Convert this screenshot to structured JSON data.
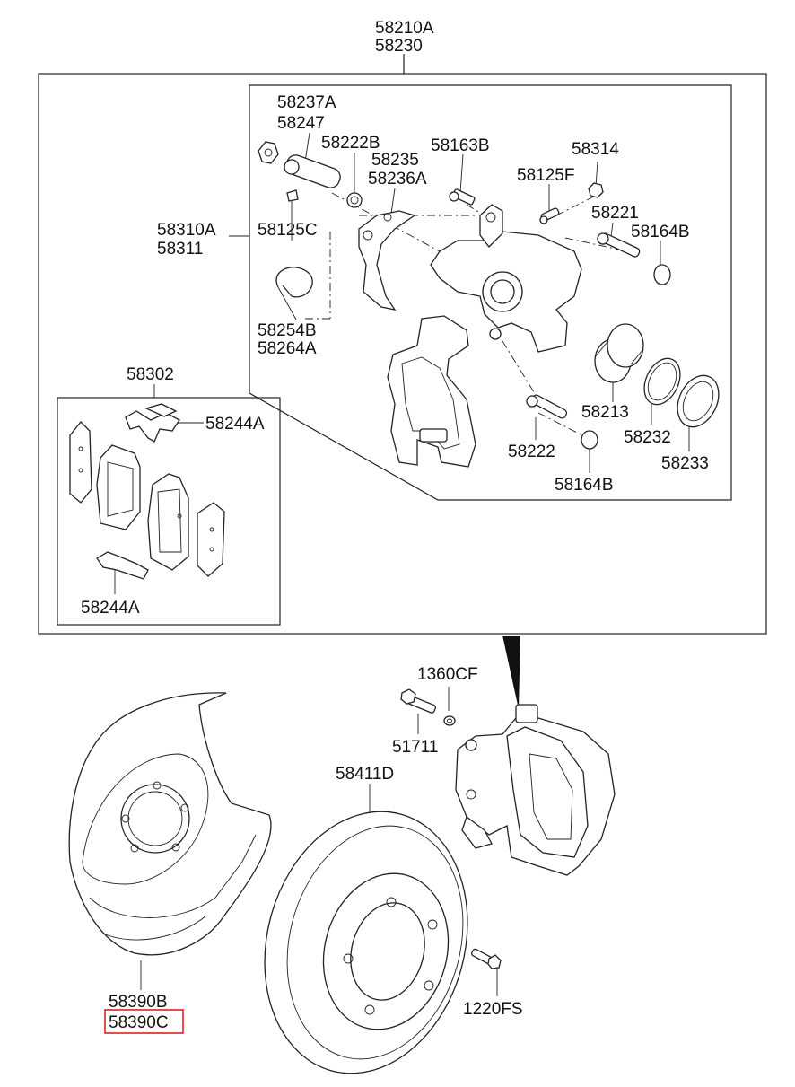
{
  "colors": {
    "highlight": "#e02020",
    "line": "#222222",
    "background": "#ffffff"
  },
  "labels": {
    "caliper_assy_a": "58210A",
    "caliper_assy_b": "58230",
    "guide_rod_a": "58237A",
    "guide_rod_b": "58247",
    "bleeder_screw": "58222B",
    "boot_a": "58235",
    "boot_b": "58236A",
    "bolt_58163b": "58163B",
    "cap_58314": "58314",
    "bleeder_58125f": "58125F",
    "pin_58221": "58221",
    "boot_58164b_top": "58164B",
    "carrier_a": "58310A",
    "carrier_b": "58311",
    "clip_58125c": "58125C",
    "spring_a": "58254B",
    "spring_b": "58264A",
    "pad_kit": "58302",
    "shim_top": "58244A",
    "shim_bottom": "58244A",
    "piston": "58213",
    "seal": "58232",
    "dust_boot": "58233",
    "pin_58222": "58222",
    "boot_58164b_bottom": "58164B",
    "washer": "1360CF",
    "bolt_51711": "51711",
    "disc": "58411D",
    "dust_cover_a": "58390B",
    "dust_cover_b": "58390C",
    "screw": "1220FS"
  }
}
